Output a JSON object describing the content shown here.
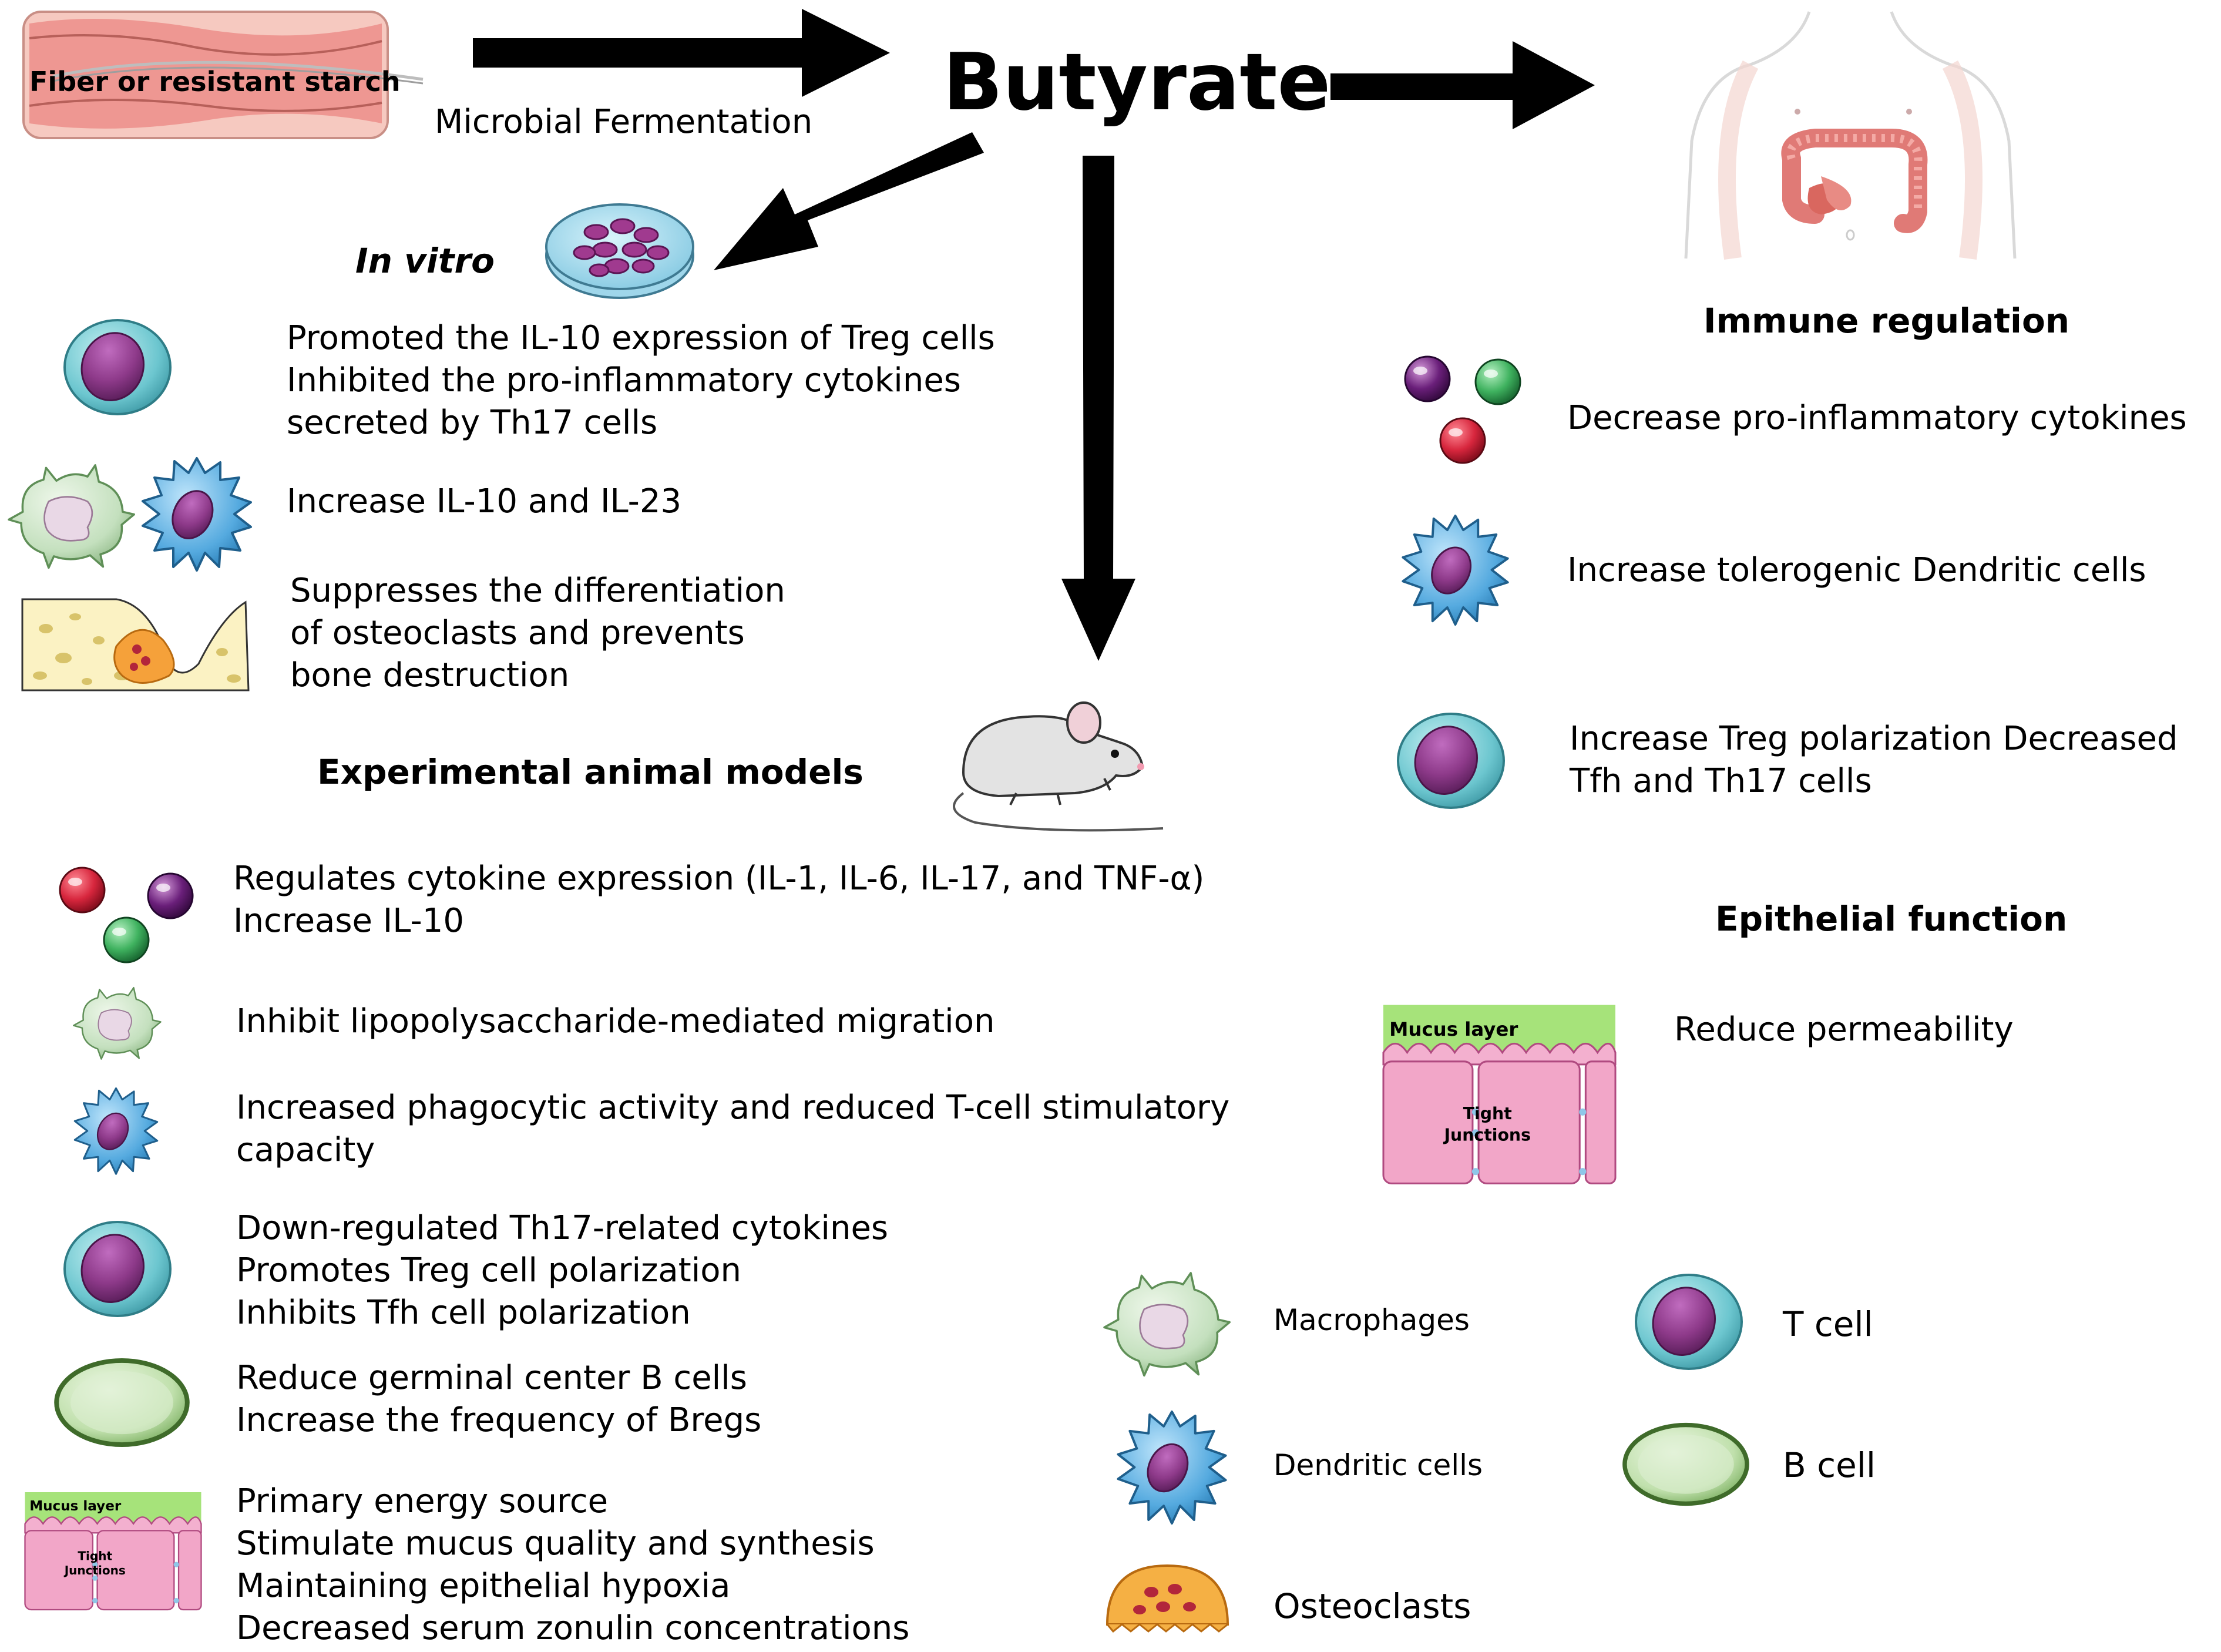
{
  "top": {
    "source_label": "Fiber or resistant starch",
    "fermentation_label": "Microbial Fermentation",
    "title": "Butyrate"
  },
  "in_vitro": {
    "label": "In vitro",
    "items": [
      {
        "icon": "t-cell-icon",
        "lines": [
          "Promoted the IL-10 expression of Treg cells",
          "Inhibited the pro-inflammatory cytokines",
          "secreted by Th17 cells"
        ]
      },
      {
        "icon": "macrophage-and-dendritic-cell-icon",
        "lines": [
          "Increase IL-10 and IL-23"
        ]
      },
      {
        "icon": "bone-osteoclast-icon",
        "lines": [
          "Suppresses the differentiation",
          "of osteoclasts and prevents",
          "bone destruction"
        ]
      }
    ]
  },
  "animal_models": {
    "label": "Experimental animal models",
    "items": [
      {
        "icon": "cytokine-spheres-icon",
        "lines": [
          "Regulates cytokine expression (IL-1, IL-6, IL-17, and TNF-α)",
          "Increase  IL-10"
        ]
      },
      {
        "icon": "macrophage-icon",
        "lines": [
          "Inhibit lipopolysaccharide-mediated migration"
        ]
      },
      {
        "icon": "dendritic-cell-icon",
        "lines": [
          "Increased phagocytic activity and reduced T-cell stimulatory",
          "capacity"
        ]
      },
      {
        "icon": "t-cell-icon",
        "lines": [
          "Down-regulated Th17-related cytokines",
          "Promotes Treg cell polarization",
          "Inhibits Tfh cell polarization"
        ]
      },
      {
        "icon": "b-cell-icon",
        "lines": [
          "Reduce germinal center B cells",
          "Increase the frequency of Bregs"
        ]
      },
      {
        "icon": "epithelium-icon",
        "lines": [
          "Primary energy source",
          "Stimulate mucus quality and synthesis",
          "Maintaining epithelial hypoxia",
          "Decreased serum zonulin concentrations"
        ]
      }
    ]
  },
  "immune_regulation": {
    "label": "Immune regulation",
    "items": [
      {
        "icon": "cytokine-spheres-icon",
        "lines": [
          "Decrease pro-inflammatory cytokines"
        ]
      },
      {
        "icon": "dendritic-cell-icon",
        "lines": [
          "Increase tolerogenic Dendritic cells"
        ]
      },
      {
        "icon": "t-cell-icon",
        "lines": [
          "Increase Treg polarization Decreased",
          "Tfh and Th17 cells"
        ]
      }
    ]
  },
  "epithelial_function": {
    "label": "Epithelial function",
    "items": [
      {
        "icon": "epithelium-icon",
        "lines": [
          "Reduce permeability"
        ]
      }
    ]
  },
  "epithelium_labels": {
    "mucus": "Mucus layer",
    "tight_line1": "Tight",
    "tight_line2": "Junctions"
  },
  "legend": {
    "macrophages": "Macrophages",
    "dendritic": "Dendritic cells",
    "osteoclasts": "Osteoclasts",
    "t_cell": "T cell",
    "b_cell": "B cell"
  },
  "colors": {
    "t_cell_outer": "#7fd0d6",
    "t_cell_nucleus": "#8e3a8a",
    "dendritic": "#5aaee0",
    "macrophage": "#c9e3c4",
    "b_cell": "#b9dca6",
    "mucus": "#a6e37a",
    "epithelium": "#f2a6c8",
    "osteoclast": "#f5b044",
    "red_sphere": "#d7263d",
    "green_sphere": "#3fb25f",
    "purple_sphere": "#6a1f7a"
  }
}
